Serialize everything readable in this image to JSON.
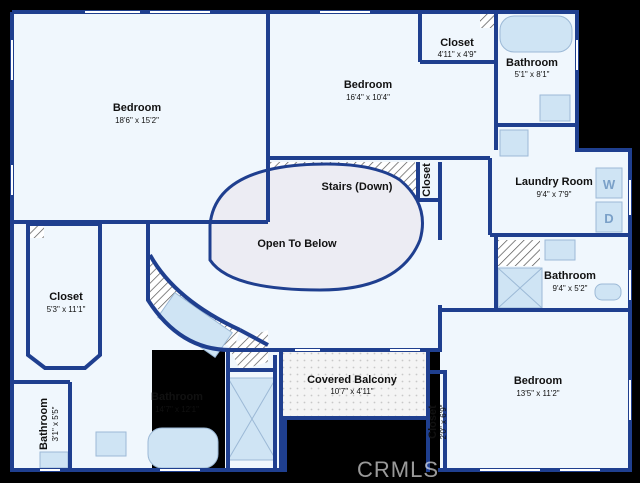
{
  "colors": {
    "background": "#000000",
    "floor": "#f0f7fd",
    "wall": "#1f3f8f",
    "open": "#ececf3",
    "hatch": "#555555",
    "balcony": "#f4f4f4",
    "fixture": "#cfe4f4"
  },
  "watermark": "CRMLS",
  "rooms": [
    {
      "id": "bedroom-nw",
      "name": "Bedroom",
      "dims": "18'6\" x 15'2\""
    },
    {
      "id": "bedroom-n",
      "name": "Bedroom",
      "dims": "16'4\" x 10'4\""
    },
    {
      "id": "closet-n",
      "name": "Closet",
      "dims": "4'11\" x 4'9\""
    },
    {
      "id": "bathroom-ne",
      "name": "Bathroom",
      "dims": "5'1\" x 8'1\""
    },
    {
      "id": "stairs",
      "name": "Stairs (Down)",
      "dims": ""
    },
    {
      "id": "closet-stairs",
      "name": "Closet",
      "dims": ""
    },
    {
      "id": "laundry",
      "name": "Laundry Room",
      "dims": "9'4\" x 7'9\""
    },
    {
      "id": "open-below",
      "name": "Open To Below",
      "dims": ""
    },
    {
      "id": "closet-w",
      "name": "Closet",
      "dims": "5'3\" x 11'1\""
    },
    {
      "id": "bathroom-e",
      "name": "Bathroom",
      "dims": "9'4\" x 5'2\""
    },
    {
      "id": "balcony",
      "name": "Covered Balcony",
      "dims": "10'7\" x 4'11\""
    },
    {
      "id": "bedroom-se",
      "name": "Bedroom",
      "dims": "13'5\" x 11'2\""
    },
    {
      "id": "bathroom-sw",
      "name": "Bathroom",
      "dims": "14'7\" x 12'1\""
    },
    {
      "id": "bathroom-small",
      "name": "Bathroom",
      "dims": "3'1\" x 5'5\""
    },
    {
      "id": "closet-se",
      "name": "Closet",
      "dims": "2'0\" x 6'9\""
    }
  ],
  "fixtures": {
    "washer": "W",
    "dryer": "D"
  }
}
